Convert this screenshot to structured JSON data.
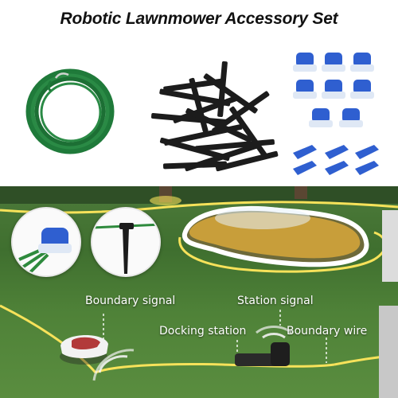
{
  "title": "Robotic Lawnmower Accessory Set",
  "labels": {
    "boundary_signal": "Boundary signal",
    "station_signal": "Station signal",
    "docking_station": "Docking station",
    "boundary_wire": "Boundary wire"
  },
  "colors": {
    "wire_green": "#1f7a3a",
    "peg_black": "#1b1b1b",
    "connector_blue": "#2f5fd0",
    "grass": "#4d7a3a",
    "boundary_line": "#f7e25a"
  }
}
